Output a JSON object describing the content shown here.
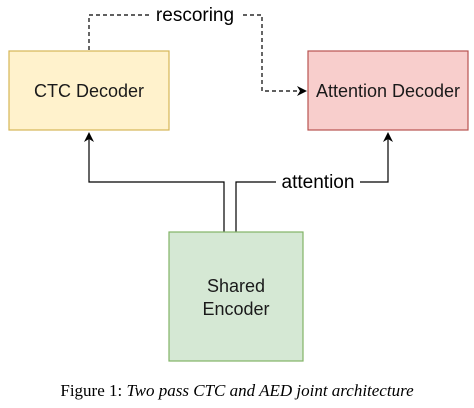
{
  "nodes": {
    "ctc_decoder": {
      "label": "CTC Decoder",
      "fill": "#fff2cc",
      "stroke": "#d6b656"
    },
    "attention_decoder": {
      "label": "Attention Decoder",
      "fill": "#f8cecc",
      "stroke": "#b85450"
    },
    "shared_encoder": {
      "label_line1": "Shared",
      "label_line2": "Encoder",
      "fill": "#d5e8d4",
      "stroke": "#82b366"
    }
  },
  "edges": {
    "rescoring": {
      "label": "rescoring",
      "style": "dashed"
    },
    "attention": {
      "label": "attention",
      "style": "solid"
    }
  },
  "caption": {
    "prefix": "Figure 1: ",
    "title": "Two pass CTC and AED joint architecture"
  }
}
